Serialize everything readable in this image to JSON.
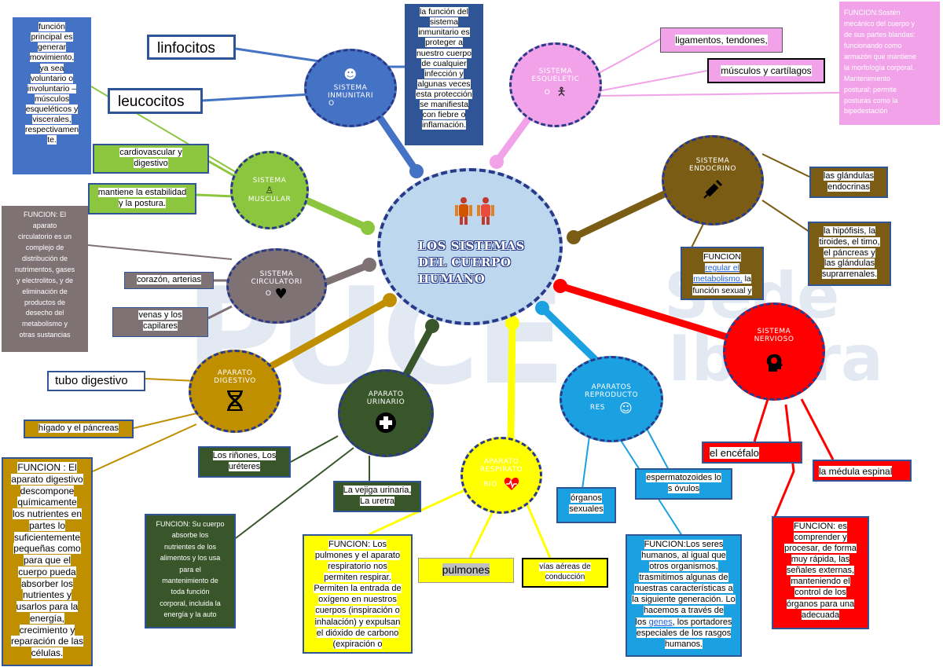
{
  "watermark": {
    "logo": "PUCE",
    "line1": "Sede",
    "line2": "Ibarra"
  },
  "center": {
    "title_lines": [
      "LOS SISTEMAS",
      "DEL CUERPO",
      "HUMANO"
    ],
    "icon": "human-anatomy-icon"
  },
  "nodes": {
    "inmunitario": {
      "lines": [
        "SISTEMA",
        "INMUNITARI",
        "O"
      ],
      "icon": "smiley-face-icon",
      "color": "#4472c4"
    },
    "esqueletico": {
      "lines": [
        "SISTEMA",
        "ESQUELETIC",
        "O"
      ],
      "icon": "skeleton-figure-icon",
      "color": "#f2a2e8"
    },
    "muscular": {
      "lines": [
        "SISTEMA",
        "MUSCULAR"
      ],
      "icon": "figure-icon",
      "color": "#8cc63f"
    },
    "circulatorio": {
      "lines": [
        "SISTEMA",
        "CIRCULATORI",
        "O"
      ],
      "icon": "heart-icon",
      "color": "#7f7275"
    },
    "endocrino": {
      "lines": [
        "SISTEMA",
        "ENDOCRINO"
      ],
      "icon": "syringe-icon",
      "color": "#7a5c14"
    },
    "nervioso": {
      "lines": [
        "SISTEMA",
        "NERVIOSO"
      ],
      "icon": "head-brain-icon",
      "color": "#ff0000"
    },
    "digestivo": {
      "lines": [
        "APARATO",
        "DIGESTIVO"
      ],
      "icon": "dna-icon",
      "color": "#bf8f00"
    },
    "urinario": {
      "lines": [
        "APARATO",
        "URINARIO"
      ],
      "icon": "plus-circle-icon",
      "color": "#38562a"
    },
    "respiratorio": {
      "lines": [
        "APARATO",
        "RESPIRATO",
        "RIO"
      ],
      "icon": "heartbeat-icon",
      "color": "#ffff00"
    },
    "reproductor": {
      "lines": [
        "APARATOS",
        "REPRODUCTO",
        "RES"
      ],
      "icon": "smiley-eyes-icon",
      "color": "#1ba1e2"
    }
  },
  "boxes": {
    "linfocitos": "linfocitos",
    "leucocitos": "leucocitos",
    "inmunitario_funcion": [
      "la función del",
      "sistema",
      "inmunitario es",
      "proteger a",
      "nuestro cuerpo",
      "de cualquier",
      "infección y",
      "algunas veces",
      "esta protección",
      "se manifiesta",
      "con fiebre o",
      "inflamación."
    ],
    "muscular_funcion": [
      "función",
      "principal es",
      "generar",
      "movimiento,",
      "ya sea",
      "voluntario o",
      "involuntario –",
      "músculos",
      "esqueléticos y",
      "viscerales,",
      "respectivamen",
      "te."
    ],
    "cardiovascular": [
      "cardiovascular y",
      "digestivo"
    ],
    "estabilidad": [
      "mantiene la estabilidad",
      "y la postura."
    ],
    "ligamentos": "ligamentos, tendones,",
    "musculos_cartilagos": "músculos y cartílagos",
    "esqueletico_funcion": [
      "FUNCION:Sostén",
      "mecánico del cuerpo y",
      "de sus partes blandas:",
      "funcionando como",
      "armazón que mantiene",
      "la morfología corporal.",
      "Mantenimiento",
      "postural: permite",
      "posturas como la",
      "bipedestación"
    ],
    "circulatorio_funcion": [
      "FUNCION: El",
      "aparato",
      "circulatorio es un",
      "complejo de",
      "distribución de",
      "nutrimentos, gases",
      "y electrolitos, y de",
      "eliminación de",
      "productos de",
      "desecho del",
      "metabolismo y",
      "otras sustancias"
    ],
    "corazon": "corazón, arterias",
    "venas": [
      "venas y los",
      "capilares"
    ],
    "glandulas": [
      "las glándulas",
      "endocrinas"
    ],
    "hipofisis": [
      "la hipófisis, la",
      "tiroides, el timo,",
      "el páncreas y",
      "las glándulas",
      "suprarrenales."
    ],
    "endocrino_funcion": {
      "l1": "FUNCION",
      "link": "regular el",
      "link2": "metabolismo,",
      "l3": " la",
      "l4": "función sexual y"
    },
    "tubo": "tubo digestivo",
    "higado": "hígado y el páncreas",
    "digestivo_funcion": [
      "FUNCION : El",
      "aparato digestivo",
      "descompone",
      "químicamente",
      "los nutrientes en",
      "partes lo",
      "suficientemente",
      "pequeñas como",
      "para que el",
      "cuerpo pueda",
      "absorber los",
      "nutrientes y",
      "usarlos para la",
      "energía,",
      "crecimiento y",
      "reparación de las",
      "células."
    ],
    "rinones": [
      "Los riñones, Los",
      "uréteres"
    ],
    "vejiga": [
      "La vejiga urinaria,",
      "La uretra"
    ],
    "urinario_funcion": [
      "FUNCION: Su cuerpo",
      "absorbe los",
      "nutrientes de los",
      "alimentos y los usa",
      "para el",
      "mantenimiento de",
      "toda función",
      "corporal, incluida la",
      "energía y la auto"
    ],
    "respiratorio_funcion": [
      "FUNCION: Los",
      "pulmones y el aparato",
      "respiratorio nos",
      "permiten respirar.",
      "Permiten la entrada de",
      "oxígeno en nuestros",
      "cuerpos (inspiración o",
      "inhalación) y expulsan",
      "el dióxido de carbono",
      "(expiración o"
    ],
    "pulmones": "pulmones",
    "vias": [
      "vías aéreas de",
      "conducción"
    ],
    "organos": [
      "órganos",
      "sexuales"
    ],
    "espermatozoides": [
      "espermatozoides lo",
      "s óvulos"
    ],
    "reproductor_funcion": {
      "lines_a": [
        "FUNCION:Los seres",
        "humanos, al igual que",
        "otros organismos,",
        "trasmitimos algunas de",
        "nuestras características a",
        "la siguiente generación. Lo",
        "hacemos a través de"
      ],
      "pre": "los ",
      "link": "genes",
      "post": ", los portadores",
      "lines_b": [
        "especiales de los rasgos",
        "humanos."
      ]
    },
    "encefalo": "el encéfalo",
    "medula": "la médula espinal",
    "nervioso_funcion": [
      "FUNCION: es",
      "comprender y",
      "procesar, de forma",
      "muy rápida, las",
      "señales externas,",
      "manteniendo el",
      "control de los",
      "órganos para una",
      "adecuada"
    ]
  }
}
